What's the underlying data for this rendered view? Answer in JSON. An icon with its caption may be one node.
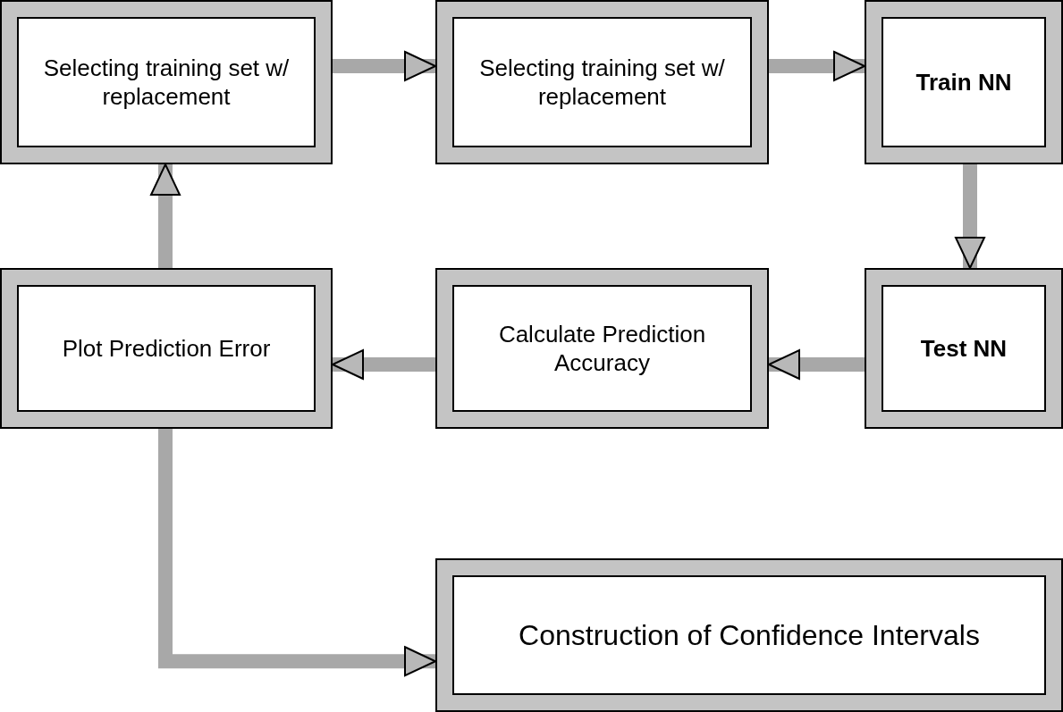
{
  "diagram": {
    "nodes": [
      {
        "text": [
          "Selecting training set w/ replacement"
        ]
      },
      {
        "text": [
          "Selecting training set w/ replacement"
        ]
      },
      {
        "text": [
          "Train NN"
        ]
      },
      {
        "text": [
          "Test NN"
        ]
      },
      {
        "text": [
          "Calculate Prediction Accuracy"
        ]
      },
      {
        "text": [
          "Plot Prediction Error"
        ]
      },
      {
        "text": [
          "Construction of Confidence Intervals"
        ]
      }
    ],
    "edges": [
      {
        "from": 0,
        "to": 1,
        "arrow": "to"
      },
      {
        "from": 1,
        "to": 2,
        "arrow": "to"
      },
      {
        "from": 2,
        "to": 3,
        "arrow": "to"
      },
      {
        "from": 3,
        "to": 4,
        "arrow": "to"
      },
      {
        "from": 4,
        "to": 5,
        "arrow": "to"
      },
      {
        "from": 5,
        "to": 0,
        "arrow": "to"
      },
      {
        "from": 5,
        "to": 6,
        "arrow": "to"
      }
    ]
  }
}
